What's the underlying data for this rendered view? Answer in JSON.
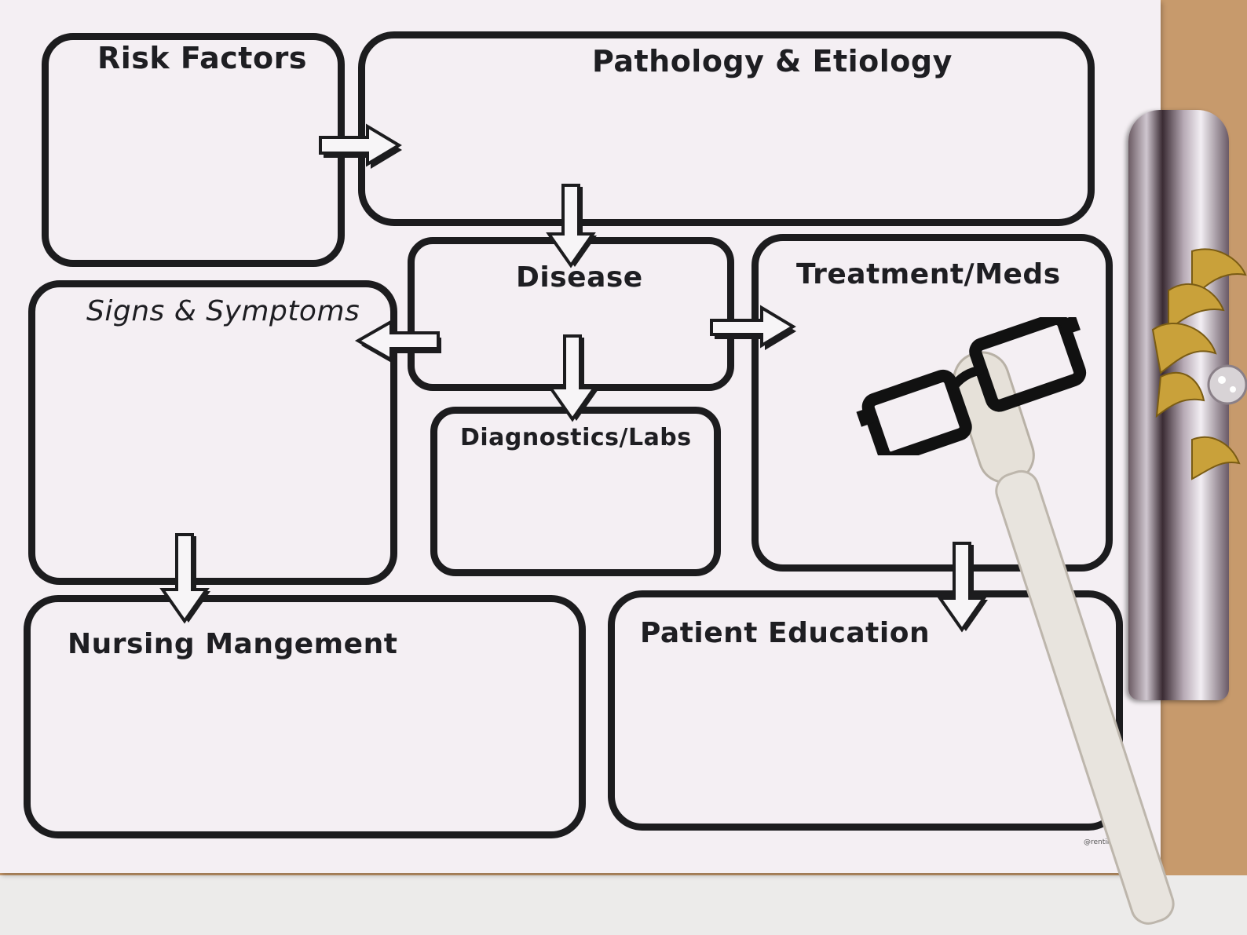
{
  "diagram": {
    "boxes": {
      "risk_factors": "Risk Factors",
      "pathology_etiology": "Pathology & Etiology",
      "disease": "Disease",
      "treatment_meds": "Treatment/Meds",
      "signs_symptoms": "Signs & Symptoms",
      "diagnostics_labs": "Diagnostics/Labs",
      "nursing_management": "Nursing Mangement",
      "patient_education": "Patient Education"
    },
    "watermark": "@renting"
  },
  "colors": {
    "paper": "#f4eff3",
    "ink": "#1c1c1e",
    "desk": "#c79a6c"
  },
  "icons": {
    "arrows": "right-arrow, down-arrow, left-arrow",
    "props": "eyeglasses-icon, pen-icon, clipboard-clip-icon, gold-brooch-icon"
  }
}
